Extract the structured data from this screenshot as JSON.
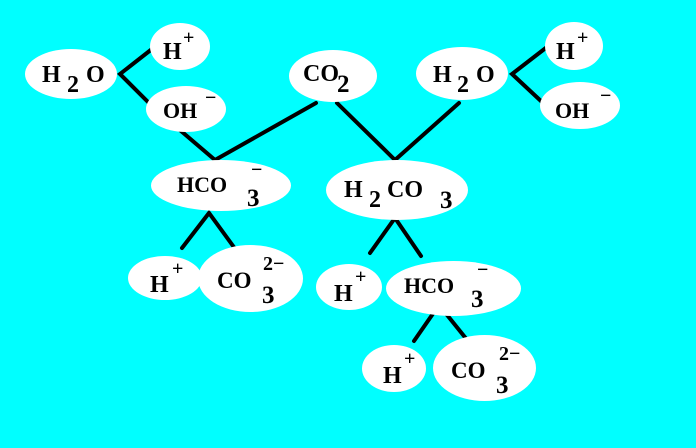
{
  "colors": {
    "background": "#00FFFF",
    "node": "#FFFFFF",
    "bond": "#000000"
  },
  "species": {
    "h2o_left": {
      "h": "H",
      "sub": "2",
      "o": "O"
    },
    "h_left": {
      "base": "H",
      "sup": "+"
    },
    "oh_left": {
      "base": "OH",
      "sup": "−"
    },
    "co2": {
      "base": "CO",
      "sub": "2"
    },
    "h2o_right": {
      "h": "H",
      "sub": "2",
      "o": "O"
    },
    "h_right": {
      "base": "H",
      "sup": "+"
    },
    "oh_right": {
      "base": "OH",
      "sup": "−"
    },
    "hco3_left": {
      "base": "HCO",
      "sub": "3",
      "sup": "−"
    },
    "h2co3": {
      "h": "H",
      "sub1": "2",
      "co": "CO",
      "sub2": "3"
    },
    "h_lower_left": {
      "base": "H",
      "sup": "+"
    },
    "co3_left": {
      "base": "CO",
      "sub": "3",
      "sup": "2−"
    },
    "h_lower_mid": {
      "base": "H",
      "sup": "+"
    },
    "hco3_right": {
      "base": "HCO",
      "sub": "3",
      "sup": "−"
    },
    "h_bottom": {
      "base": "H",
      "sup": "+"
    },
    "co3_bottom": {
      "base": "CO",
      "sub": "3",
      "sup": "2−"
    }
  }
}
